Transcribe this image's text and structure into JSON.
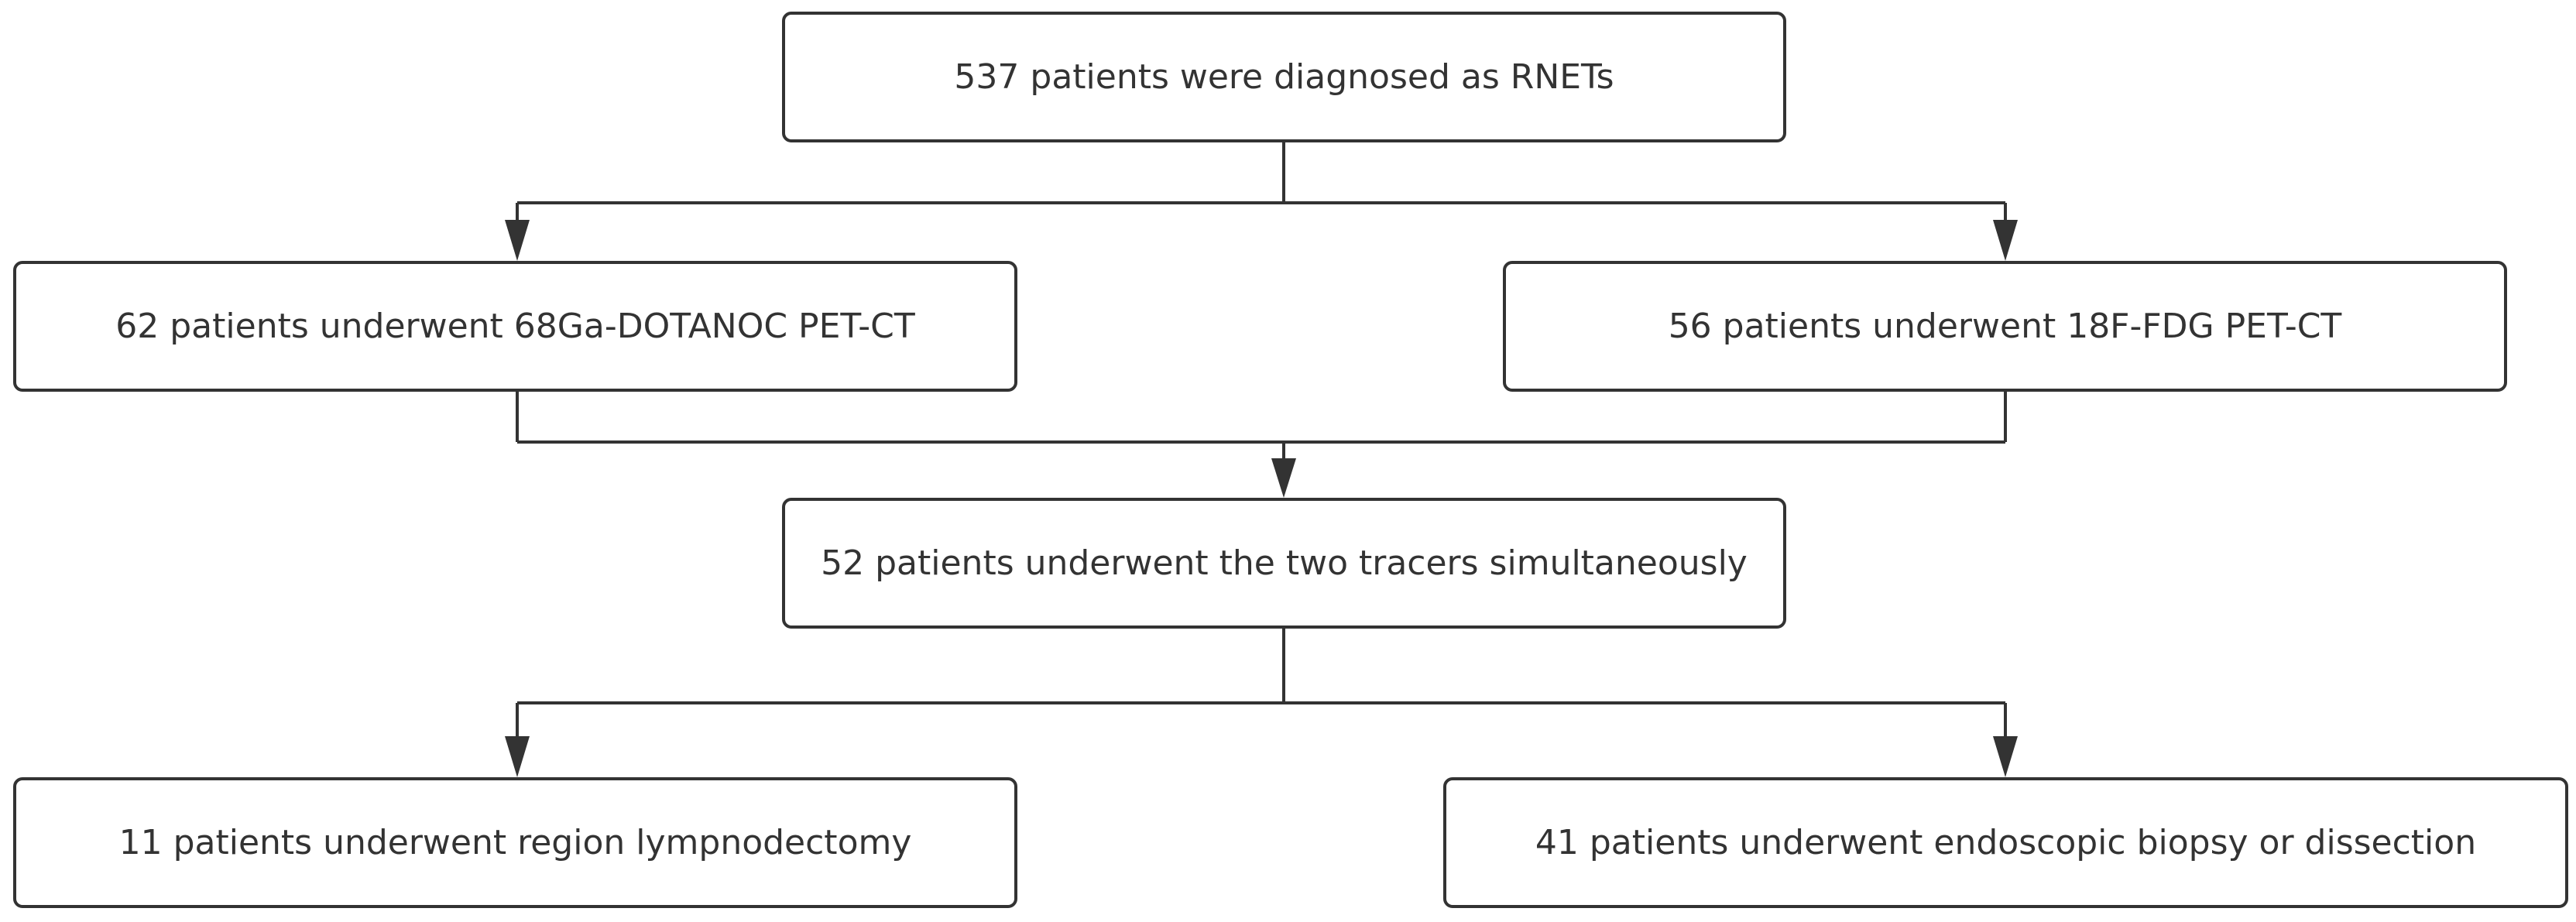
{
  "diagram": {
    "line_color": "#333333",
    "box_border_color": "#333333",
    "text_color": "#333333",
    "background_color": "#ffffff",
    "nodes": [
      {
        "id": "n1",
        "label": "537 patients were diagnosed  as RNETs"
      },
      {
        "id": "n2",
        "label": "62 patients underwent 68Ga-DOTANOC PET-CT"
      },
      {
        "id": "n3",
        "label": "56 patients underwent 18F-FDG PET-CT"
      },
      {
        "id": "n4",
        "label": "52 patients underwent the two tracers simultaneously"
      },
      {
        "id": "n5",
        "label": "11 patients underwent region lympnodectomy"
      },
      {
        "id": "n6",
        "label": "41 patients underwent endoscopic biopsy or dissection"
      }
    ],
    "edges": [
      {
        "from": "n1",
        "to": "n2"
      },
      {
        "from": "n1",
        "to": "n3"
      },
      {
        "from": "n2",
        "to": "n4"
      },
      {
        "from": "n3",
        "to": "n4"
      },
      {
        "from": "n4",
        "to": "n5"
      },
      {
        "from": "n4",
        "to": "n6"
      }
    ]
  }
}
